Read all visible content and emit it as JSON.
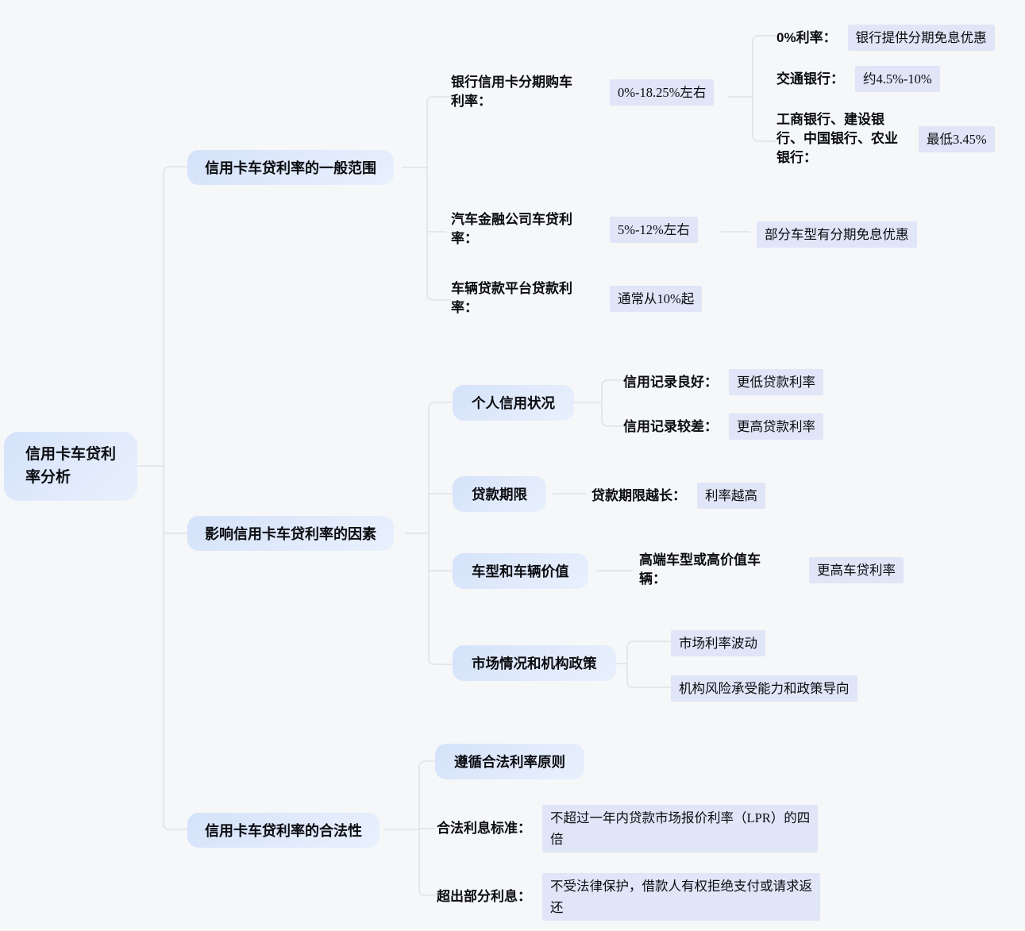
{
  "page_title": "信用卡车贷利率分析",
  "colors": {
    "page_bg": "#f6f7f9",
    "node_bg": "#dbe7fb",
    "value_bg": "#e0e5f7",
    "connector": "#e0e2e8",
    "text": "#0a0c10"
  },
  "root": {
    "label": "信用卡车贷利\n率分析"
  },
  "branches": [
    {
      "label": "信用卡车贷利率的一般范围",
      "children": [
        {
          "key": "银行信用卡分期购车\n利率：",
          "value": "0%-18.25%左右",
          "children": [
            {
              "key": "0%利率：",
              "value": "银行提供分期免息优惠"
            },
            {
              "key": "交通银行：",
              "value": "约4.5%-10%"
            },
            {
              "key": "工商银行、建设银\n行、中国银行、农业\n银行：",
              "value": "最低3.45%"
            }
          ]
        },
        {
          "key": "汽车金融公司车贷利\n率：",
          "value": "5%-12%左右",
          "note": "部分车型有分期免息优惠"
        },
        {
          "key": "车辆贷款平台贷款利\n率：",
          "value": "通常从10%起"
        }
      ]
    },
    {
      "label": "影响信用卡车贷利率的因素",
      "children": [
        {
          "label": "个人信用状况",
          "children": [
            {
              "key": "信用记录良好：",
              "value": "更低贷款利率"
            },
            {
              "key": "信用记录较差：",
              "value": "更高贷款利率"
            }
          ]
        },
        {
          "label": "贷款期限",
          "children": [
            {
              "key": "贷款期限越长：",
              "value": "利率越高"
            }
          ]
        },
        {
          "label": "车型和车辆价值",
          "children": [
            {
              "key": "高端车型或高价值车\n辆：",
              "value": "更高车贷利率"
            }
          ]
        },
        {
          "label": "市场情况和机构政策",
          "children": [
            {
              "value": "市场利率波动"
            },
            {
              "value": "机构风险承受能力和政策导向"
            }
          ]
        }
      ]
    },
    {
      "label": "信用卡车贷利率的合法性",
      "children": [
        {
          "label": "遵循合法利率原则"
        },
        {
          "key": "合法利息标准：",
          "value": "不超过一年内贷款市场报价利率（LPR）的四\n倍"
        },
        {
          "key": "超出部分利息：",
          "value": "不受法律保护，借款人有权拒绝支付或请求返\n还"
        }
      ]
    }
  ]
}
